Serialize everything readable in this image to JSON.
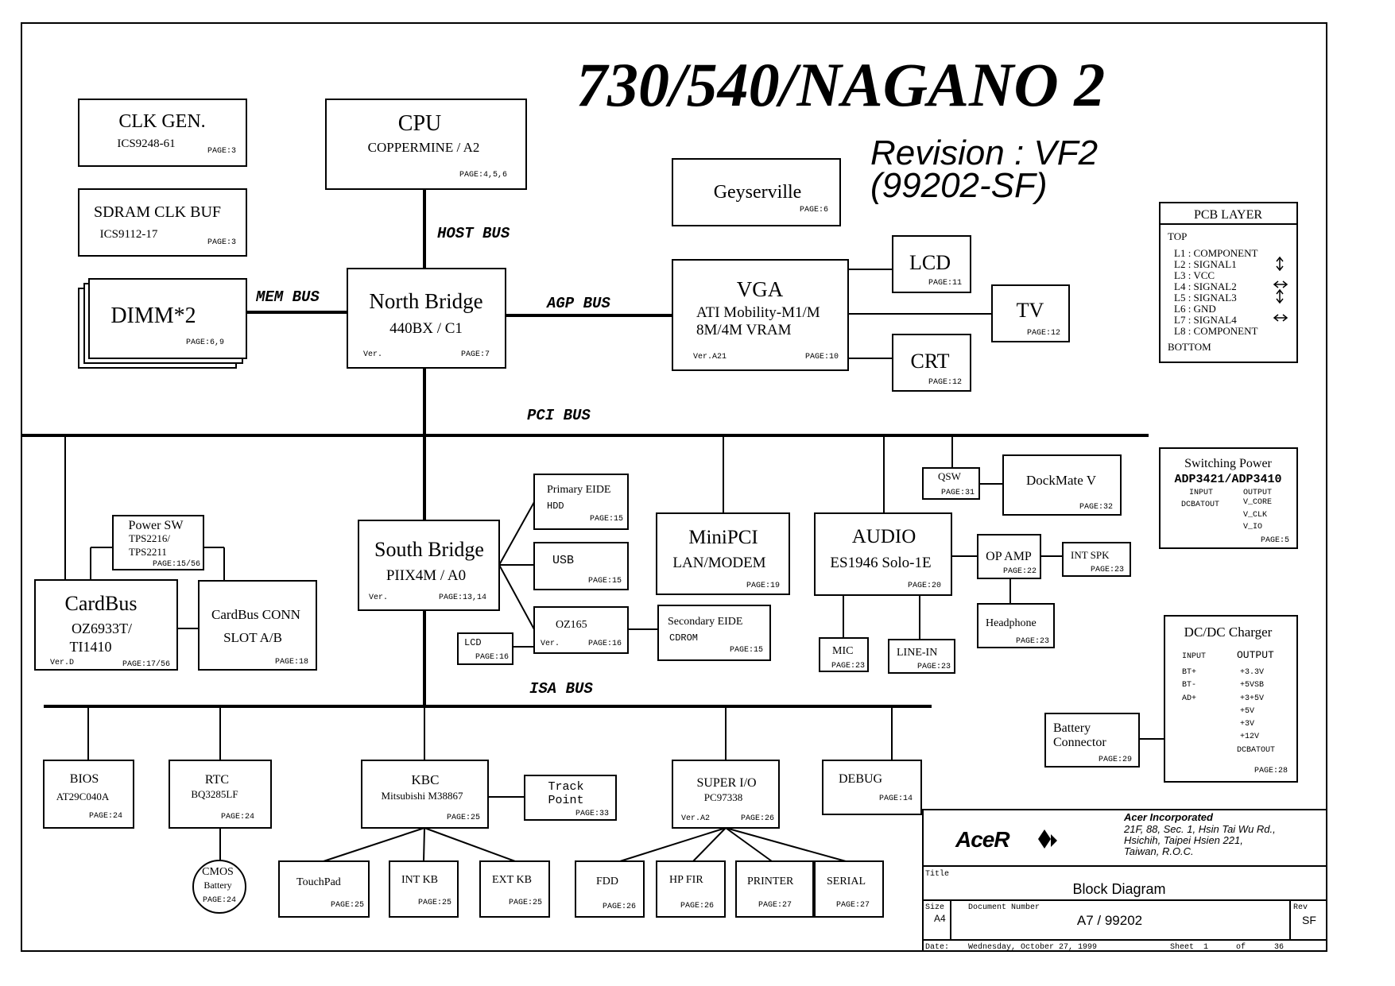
{
  "title": {
    "main": "730/540/NAGANO 2",
    "revision": "Revision : VF2",
    "revision_code": "(99202-SF)"
  },
  "buses": {
    "host": "HOST BUS",
    "mem": "MEM BUS",
    "agp": "AGP BUS",
    "pci": "PCI BUS",
    "isa": "ISA BUS"
  },
  "blocks": {
    "clkgen": {
      "name": "CLK GEN.",
      "part": "ICS9248-61",
      "page": "PAGE:3"
    },
    "sdramclk": {
      "name": "SDRAM CLK BUF",
      "part": "ICS9112-17",
      "page": "PAGE:3"
    },
    "dimm": {
      "name": "DIMM*2",
      "page": "PAGE:6,9"
    },
    "cpu": {
      "name": "CPU",
      "part": "COPPERMINE / A2",
      "page": "PAGE:4,5,6"
    },
    "northbridge": {
      "name": "North Bridge",
      "part": "440BX / C1",
      "ver": "Ver.",
      "page": "PAGE:7"
    },
    "geyserville": {
      "name": "Geyserville",
      "page": "PAGE:6"
    },
    "vga": {
      "name": "VGA",
      "part": "ATI Mobility-M1/M",
      "part2": "8M/4M VRAM",
      "ver": "Ver.A21",
      "page": "PAGE:10"
    },
    "lcd": {
      "name": "LCD",
      "page": "PAGE:11"
    },
    "tv": {
      "name": "TV",
      "page": "PAGE:12"
    },
    "crt": {
      "name": "CRT",
      "page": "PAGE:12"
    },
    "powersw": {
      "name": "Power SW",
      "part": "TPS2216/",
      "part2": "TPS2211",
      "page": "PAGE:15/56"
    },
    "cardbus": {
      "name": "CardBus",
      "part": "OZ6933T/",
      "part2": "TI1410",
      "ver": "Ver.D",
      "page": "PAGE:17/56"
    },
    "cardbusconn": {
      "name": "CardBus CONN",
      "part": "SLOT A/B",
      "page": "PAGE:18"
    },
    "southbridge": {
      "name": "South Bridge",
      "part": "PIIX4M / A0",
      "ver": "Ver.",
      "page": "PAGE:13,14"
    },
    "primaryeide": {
      "name": "Primary EIDE",
      "part": "HDD",
      "page": "PAGE:15"
    },
    "usb": {
      "name": "USB",
      "page": "PAGE:15"
    },
    "oz165": {
      "name": "OZ165",
      "ver": "Ver.",
      "page": "PAGE:16"
    },
    "lcd2": {
      "name": "LCD",
      "page": "PAGE:16"
    },
    "secondaryeide": {
      "name": "Secondary EIDE",
      "part": "CDROM",
      "page": "PAGE:15"
    },
    "minipci": {
      "name": "MiniPCI",
      "part": "LAN/MODEM",
      "page": "PAGE:19"
    },
    "audio": {
      "name": "AUDIO",
      "part": "ES1946 Solo-1E",
      "page": "PAGE:20"
    },
    "qsw": {
      "name": "QSW",
      "page": "PAGE:31"
    },
    "dockmate": {
      "name": "DockMate V",
      "page": "PAGE:32"
    },
    "opamp": {
      "name": "OP AMP",
      "page": "PAGE:22"
    },
    "intspk": {
      "name": "INT SPK",
      "page": "PAGE:23"
    },
    "headphone": {
      "name": "Headphone",
      "page": "PAGE:23"
    },
    "mic": {
      "name": "MIC",
      "page": "PAGE:23"
    },
    "linein": {
      "name": "LINE-IN",
      "page": "PAGE:23"
    },
    "bios": {
      "name": "BIOS",
      "part": "AT29C040A",
      "page": "PAGE:24"
    },
    "rtc": {
      "name": "RTC",
      "part": "BQ3285LF",
      "page": "PAGE:24"
    },
    "cmos": {
      "name": "CMOS",
      "part": "Battery",
      "page": "PAGE:24"
    },
    "kbc": {
      "name": "KBC",
      "part": "Mitsubishi M38867",
      "page": "PAGE:25"
    },
    "trackpoint": {
      "name": "Track",
      "part": "Point",
      "page": "PAGE:33"
    },
    "touchpad": {
      "name": "TouchPad",
      "page": "PAGE:25"
    },
    "intkb": {
      "name": "INT KB",
      "page": "PAGE:25"
    },
    "extkb": {
      "name": "EXT KB",
      "page": "PAGE:25"
    },
    "superio": {
      "name": "SUPER I/O",
      "part": "PC97338",
      "ver": "Ver.A2",
      "page": "PAGE:26"
    },
    "fdd": {
      "name": "FDD",
      "page": "PAGE:26"
    },
    "hpfir": {
      "name": "HP FIR",
      "page": "PAGE:26"
    },
    "printer": {
      "name": "PRINTER",
      "page": "PAGE:27"
    },
    "serial": {
      "name": "SERIAL",
      "page": "PAGE:27"
    },
    "debug": {
      "name": "DEBUG",
      "page": "PAGE:14"
    },
    "battery": {
      "name": "Battery",
      "part": "Connector",
      "page": "PAGE:29"
    }
  },
  "pcb_layer": {
    "title": "PCB LAYER",
    "top": "TOP",
    "layers": [
      "L1 : COMPONENT",
      "L2 : SIGNAL1",
      "L3 : VCC",
      "L4 : SIGNAL2",
      "L5 : SIGNAL3",
      "L6 : GND",
      "L7 : SIGNAL4",
      "L8 : COMPONENT"
    ],
    "bottom": "BOTTOM"
  },
  "switching_power": {
    "title": "Switching Power",
    "part": "ADP3421/ADP3410",
    "input_label": "INPUT",
    "input": "DCBATOUT",
    "output_label": "OUTPUT",
    "outputs": [
      "V_CORE",
      "V_CLK",
      "V_IO"
    ],
    "page": "PAGE:5"
  },
  "dcdc": {
    "title": "DC/DC Charger",
    "input_label": "INPUT",
    "inputs": [
      "BT+",
      "BT-",
      "AD+"
    ],
    "output_label": "OUTPUT",
    "outputs": [
      "+3.3V",
      "+5VSB",
      "+3+5V",
      "+5V",
      "+3V",
      "+12V",
      "DCBATOUT"
    ],
    "page": "PAGE:28"
  },
  "titleblock": {
    "company": "Acer Incorporated",
    "address1": "21F, 88, Sec. 1, Hsin Tai Wu Rd.,",
    "address2": "Hsichih, Taipei Hsien 221,",
    "address3": "Taiwan, R.O.C.",
    "logo": "AceR",
    "title_label": "Title",
    "title": "Block Diagram",
    "size_label": "Size",
    "size": "A4",
    "docnum_label": "Document Number",
    "docnum": "A7 / 99202",
    "rev_label": "Rev",
    "rev": "SF",
    "date_label": "Date:",
    "date": "Wednesday, October 27, 1999",
    "sheet_label": "Sheet",
    "sheet": "1",
    "of_label": "of",
    "total": "36"
  }
}
